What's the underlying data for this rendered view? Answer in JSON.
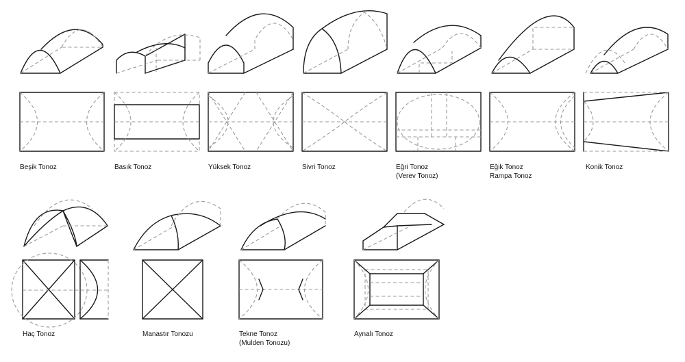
{
  "vaults": [
    {
      "id": "besik",
      "lines": [
        "Beşik Tonoz"
      ]
    },
    {
      "id": "basik",
      "lines": [
        "Basık Tonoz"
      ]
    },
    {
      "id": "yuksek",
      "lines": [
        "Yüksek Tonoz"
      ]
    },
    {
      "id": "sivri",
      "lines": [
        "Sivri Tonoz"
      ]
    },
    {
      "id": "egri",
      "lines": [
        "Eğri Tonoz",
        "(Verev Tonoz)"
      ]
    },
    {
      "id": "egik",
      "lines": [
        "Eğik Tonoz",
        "Rampa Tonoz"
      ]
    },
    {
      "id": "konik",
      "lines": [
        "Konik Tonoz"
      ]
    },
    {
      "id": "hac",
      "lines": [
        "Haç Tonoz"
      ]
    },
    {
      "id": "manastir",
      "lines": [
        "Manastır Tonozu"
      ]
    },
    {
      "id": "tekne",
      "lines": [
        "Tekne Tonoz",
        "(Mulden Tonozu)"
      ]
    },
    {
      "id": "aynali",
      "lines": [
        "Aynalı Tonoz"
      ]
    }
  ]
}
